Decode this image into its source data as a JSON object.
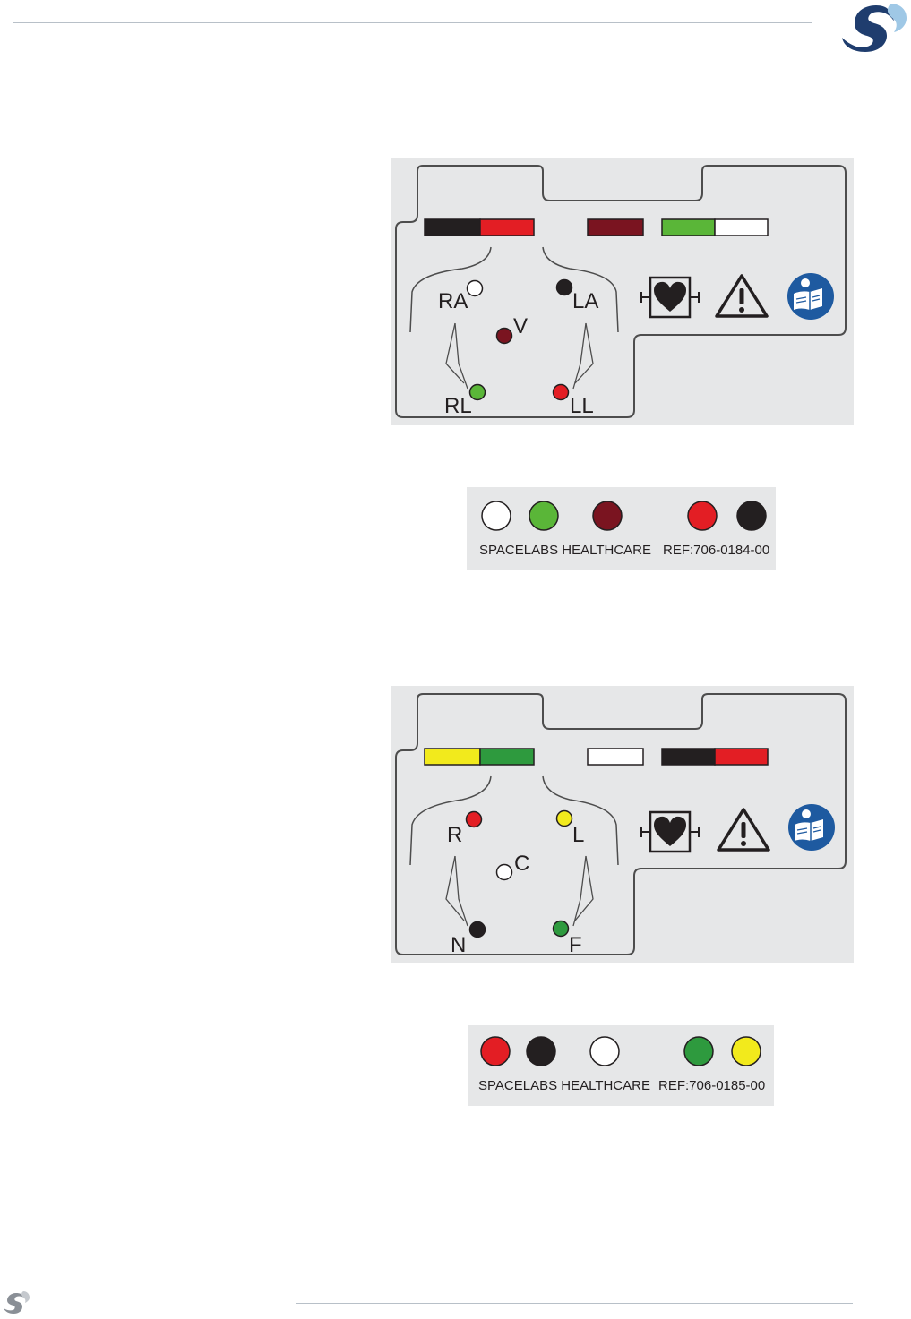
{
  "document": {
    "brand_logo_icon": "spacelabs-s-logo-icon",
    "footer_logo_icon": "spacelabs-s-logo-icon"
  },
  "diagrams": [
    {
      "leads": {
        "ra": "RA",
        "la": "LA",
        "v": "V",
        "rl": "RL",
        "ll": "LL"
      },
      "lead_colors": {
        "ra": "#ffffff",
        "la": "#231f20",
        "v": "#7a1420",
        "rl": "#5ab638",
        "ll": "#e31e24"
      },
      "color_bars": [
        [
          "#231f20",
          "#e31e24"
        ],
        [
          "#7a1420"
        ],
        [
          "#5ab638",
          "#ffffff"
        ]
      ],
      "symbols": [
        "defib-proof-heart-icon",
        "warning-triangle-icon",
        "read-manual-icon"
      ],
      "strip": {
        "dots": [
          "#ffffff",
          "#5ab638",
          "#7a1420",
          "#e31e24",
          "#231f20"
        ],
        "maker": "SPACELABS HEALTHCARE",
        "ref": "REF:706-0184-00"
      }
    },
    {
      "leads": {
        "r": "R",
        "l": "L",
        "c": "C",
        "n": "N",
        "f": "F"
      },
      "lead_colors": {
        "r": "#e31e24",
        "l": "#f2ea1c",
        "c": "#ffffff",
        "n": "#231f20",
        "f": "#2e9a3e"
      },
      "color_bars": [
        [
          "#f2ea1c",
          "#2e9a3e"
        ],
        [
          "#ffffff"
        ],
        [
          "#231f20",
          "#e31e24"
        ]
      ],
      "symbols": [
        "defib-proof-heart-icon",
        "warning-triangle-icon",
        "read-manual-icon"
      ],
      "strip": {
        "dots": [
          "#e31e24",
          "#231f20",
          "#ffffff",
          "#2e9a3e",
          "#f2ea1c"
        ],
        "maker": "SPACELABS HEALTHCARE",
        "ref": "REF:706-0185-00"
      }
    }
  ]
}
